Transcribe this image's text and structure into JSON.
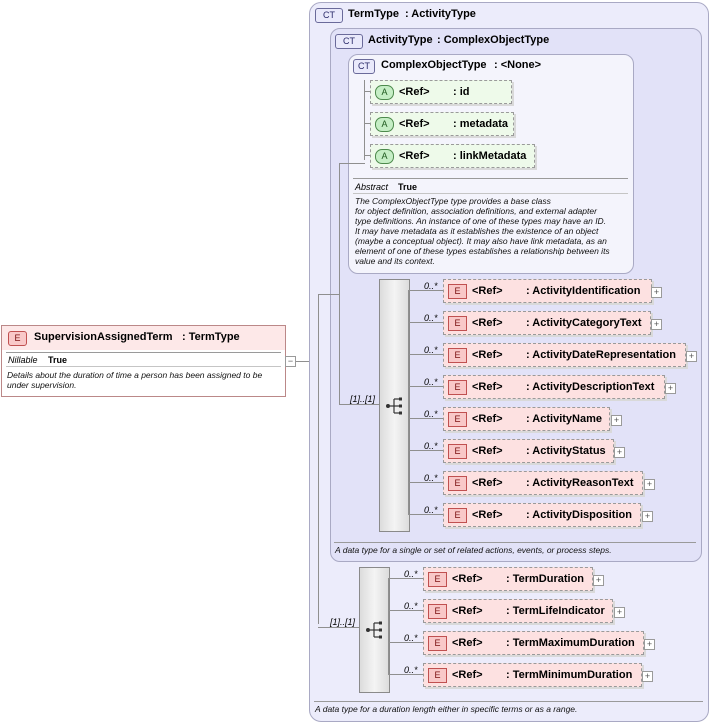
{
  "root_element": {
    "badge": "E",
    "name": "SupervisionAssignedTerm",
    "type": ": TermType",
    "nillable_label": "Nillable",
    "nillable_value": "True",
    "description": "Details about the duration of time a person has been assigned to be under supervision.",
    "collapse": "−"
  },
  "term_type": {
    "badge": "CT",
    "name": "TermType",
    "base": ": ActivityType",
    "description": "A data type for a duration length either in specific terms or as a range.",
    "sequence_multiplicity": "[1]..[1]",
    "elements": [
      {
        "ref": "<Ref>",
        "name": ": TermDuration",
        "mult": "0..*"
      },
      {
        "ref": "<Ref>",
        "name": ": TermLifeIndicator",
        "mult": "0..*"
      },
      {
        "ref": "<Ref>",
        "name": ": TermMaximumDuration",
        "mult": "0..*"
      },
      {
        "ref": "<Ref>",
        "name": ": TermMinimumDuration",
        "mult": "0..*"
      }
    ]
  },
  "activity_type": {
    "badge": "CT",
    "name": "ActivityType",
    "base": ": ComplexObjectType",
    "description": "A data type for a single or set of related actions, events, or process steps.",
    "sequence_multiplicity": "[1]..[1]",
    "elements": [
      {
        "ref": "<Ref>",
        "name": ": ActivityIdentification",
        "mult": "0..*"
      },
      {
        "ref": "<Ref>",
        "name": ": ActivityCategoryText",
        "mult": "0..*"
      },
      {
        "ref": "<Ref>",
        "name": ": ActivityDateRepresentation",
        "mult": "0..*"
      },
      {
        "ref": "<Ref>",
        "name": ": ActivityDescriptionText",
        "mult": "0..*"
      },
      {
        "ref": "<Ref>",
        "name": ": ActivityName",
        "mult": "0..*"
      },
      {
        "ref": "<Ref>",
        "name": ": ActivityStatus",
        "mult": "0..*"
      },
      {
        "ref": "<Ref>",
        "name": ": ActivityReasonText",
        "mult": "0..*"
      },
      {
        "ref": "<Ref>",
        "name": ": ActivityDisposition",
        "mult": "0..*"
      }
    ]
  },
  "complex_object_type": {
    "badge": "CT",
    "name": "ComplexObjectType",
    "base": ": <None>",
    "abstract_label": "Abstract",
    "abstract_value": "True",
    "description": "The ComplexObjectType type provides a base class for object definition, association definitions, and external adapter type definitions. An instance of one of these types may have an ID. It may have metadata as it establishes the existence of an object (maybe a conceptual object). It may also have link metadata, as an element of one of these types establishes a relationship between its value and its context.",
    "description_lines": [
      "The ComplexObjectType type provides a base class",
      "for object definition, association definitions, and external adapter",
      "type definitions. An instance of one of these types may have an ID.",
      "It may have metadata as it establishes the existence of an object",
      "(maybe a conceptual object). It may also have link metadata, as an",
      "element of one of these types establishes a relationship between its",
      "value and its context."
    ],
    "attributes": [
      {
        "badge": "A",
        "ref": "<Ref>",
        "name": ": id"
      },
      {
        "badge": "A",
        "ref": "<Ref>",
        "name": ": metadata"
      },
      {
        "badge": "A",
        "ref": "<Ref>",
        "name": ": linkMetadata"
      }
    ]
  },
  "element_badge": "E",
  "expand_symbol": "+"
}
